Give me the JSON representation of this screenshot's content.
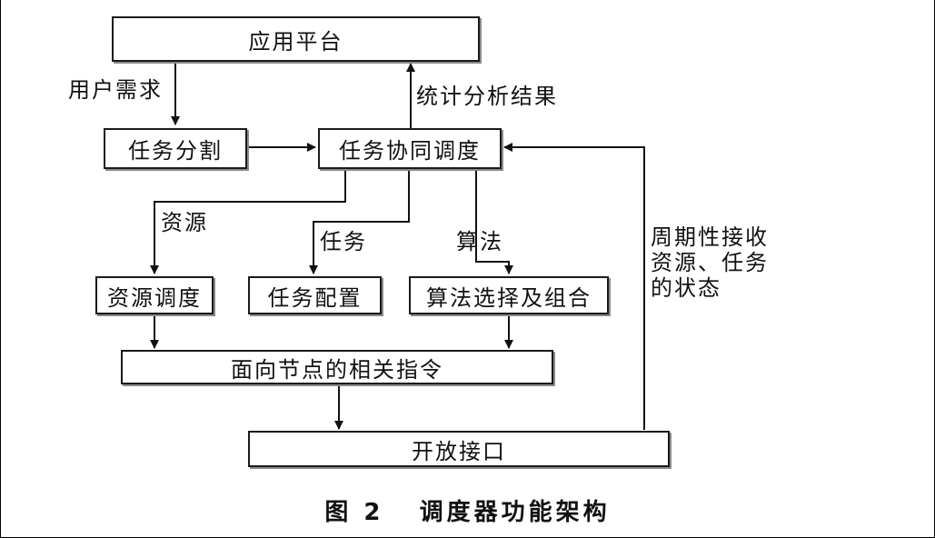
{
  "nodes": {
    "app_platform": "应用平台",
    "task_split": "任务分割",
    "task_coop": "任务协同调度",
    "resource_sched": "资源调度",
    "task_config": "任务配置",
    "algo_select": "算法选择及组合",
    "node_commands": "面向节点的相关指令",
    "open_interface": "开放接口"
  },
  "edge_labels": {
    "user_demand": "用户需求",
    "stat_result": "统计分析结果",
    "resource": "资源",
    "task": "任务",
    "algorithm": "算法",
    "feedback_line1": "周期性接收",
    "feedback_line2": "资源、任务",
    "feedback_line3": "的状态"
  },
  "caption": "图 2   调度器功能架构"
}
